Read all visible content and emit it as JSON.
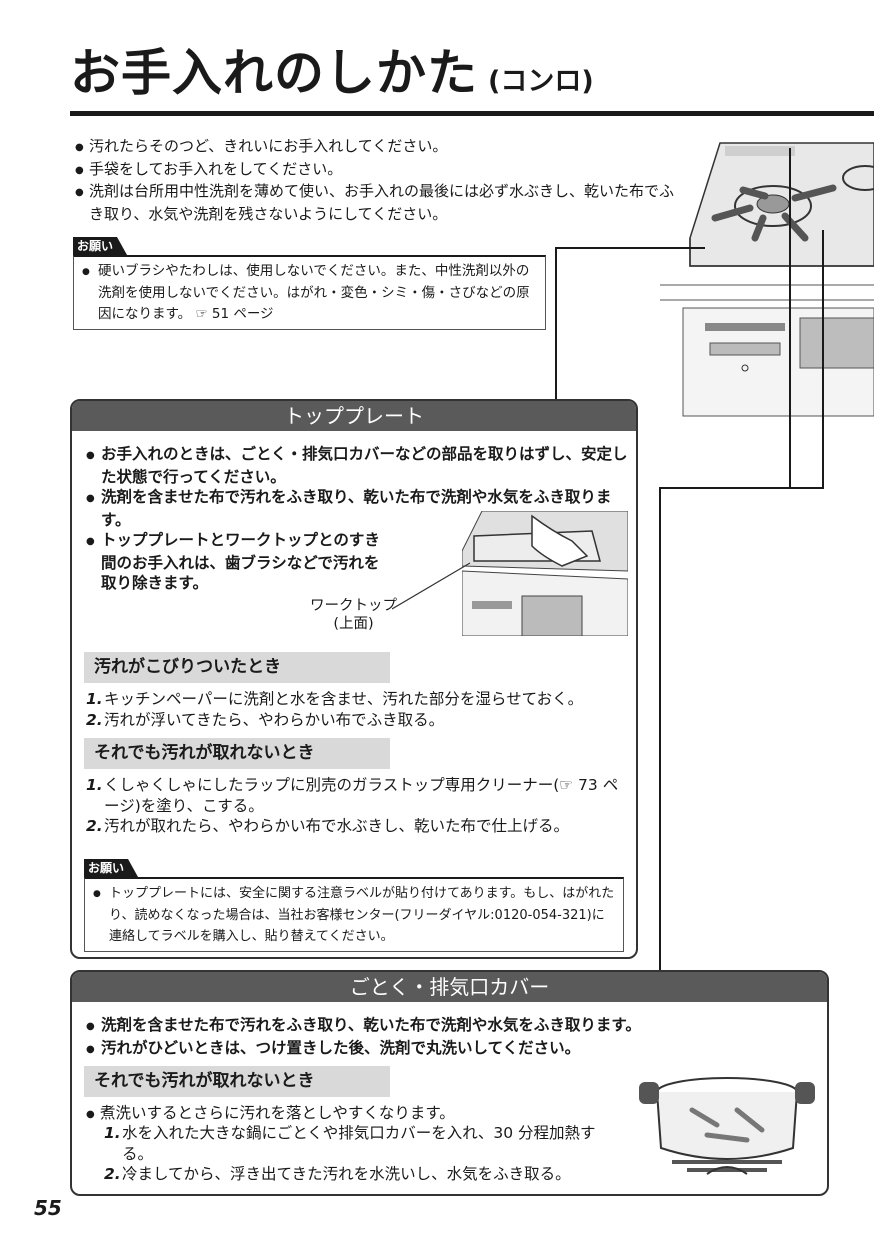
{
  "title": {
    "main": "お手入れのしかた",
    "sub": "(コンロ)"
  },
  "intro_bullets": [
    "汚れたらそのつど、きれいにお手入れしてください。",
    "手袋をしてお手入れをしてください。",
    "洗剤は台所用中性洗剤を薄めて使い、お手入れの最後には必ず水ぶきし、乾いた布でふき取り、水気や洗剤を残さないようにしてください。"
  ],
  "notice1": {
    "tag": "お願い",
    "text": "硬いブラシやたわしは、使用しないでください。また、中性洗剤以外の洗剤を使用しないでください。はがれ・変色・シミ・傷・さびなどの原因になります。",
    "ref_icon": "☞",
    "ref": "51 ページ"
  },
  "top_plate": {
    "heading": "トッププレート",
    "bullets": [
      "お手入れのときは、ごとく・排気口カバーなどの部品を取りはずし、安定した状態で行ってください。",
      "洗剤を含ませた布で汚れをふき取り、乾いた布で洗剤や水気をふき取ります。",
      "トッププレートとワークトップとのすき間のお手入れは、歯ブラシなどで汚れを取り除きます。"
    ],
    "worktop_label": "ワークトップ",
    "worktop_sub": "(上面)",
    "sub1": "汚れがこびりついたとき",
    "sub1_steps": [
      {
        "n": "1.",
        "t": "キッチンペーパーに洗剤と水を含ませ、汚れた部分を湿らせておく。"
      },
      {
        "n": "2.",
        "t": "汚れが浮いてきたら、やわらかい布でふき取る。"
      }
    ],
    "sub2": "それでも汚れが取れないとき",
    "sub2_steps": [
      {
        "n": "1.",
        "t": "くしゃくしゃにしたラップに別売のガラストップ専用クリーナー(☞ 73 ページ)を塗り、こする。"
      },
      {
        "n": "2.",
        "t": "汚れが取れたら、やわらかい布で水ぶきし、乾いた布で仕上げる。"
      }
    ],
    "notice_tag": "お願い",
    "notice_text": "トッププレートには、安全に関する注意ラベルが貼り付けてあります。もし、はがれたり、読めなくなった場合は、当社お客様センター(フリーダイヤル:0120-054-321)に連絡してラベルを購入し、貼り替えてください。"
  },
  "gotoku": {
    "heading": "ごとく・排気口カバー",
    "bullets": [
      "洗剤を含ませた布で汚れをふき取り、乾いた布で洗剤や水気をふき取ります。",
      "汚れがひどいときは、つけ置きした後、洗剤で丸洗いしてください。"
    ],
    "sub": "それでも汚れが取れないとき",
    "bullet": "煮洗いするとさらに汚れを落としやすくなります。",
    "steps": [
      {
        "n": "1.",
        "t": "水を入れた大きな鍋にごとくや排気口カバーを入れ、30 分程加熱する。"
      },
      {
        "n": "2.",
        "t": "冷ましてから、浮き出てきた汚れを水洗いし、水気をふき取る。"
      }
    ]
  },
  "page_number": "55"
}
